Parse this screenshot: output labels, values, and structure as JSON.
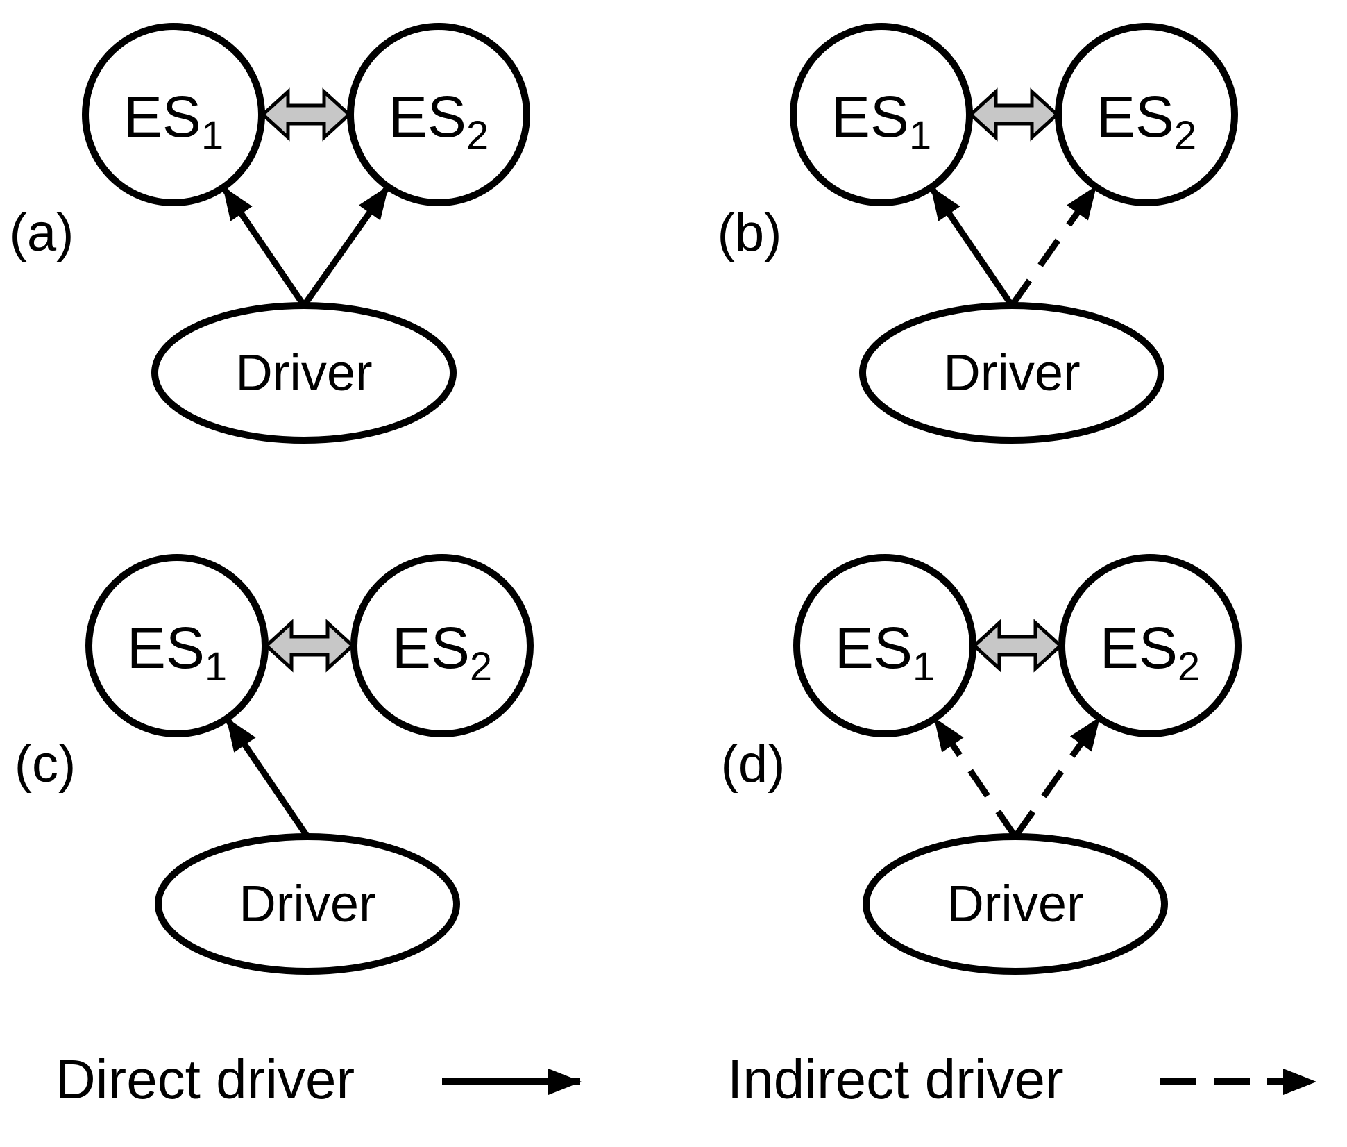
{
  "colors": {
    "line": "#000000",
    "coupling_fill": "#c7c7c7",
    "background": "#ffffff"
  },
  "nodes": {
    "es1": {
      "base": "ES",
      "sub": "1"
    },
    "es2": {
      "base": "ES",
      "sub": "2"
    },
    "driver": "Driver"
  },
  "panels": [
    {
      "label": "(a)",
      "arrow_to_es1": "solid",
      "arrow_to_es2": "solid"
    },
    {
      "label": "(b)",
      "arrow_to_es1": "solid",
      "arrow_to_es2": "dashed"
    },
    {
      "label": "(c)",
      "arrow_to_es1": "solid",
      "arrow_to_es2": "none"
    },
    {
      "label": "(d)",
      "arrow_to_es1": "dashed",
      "arrow_to_es2": "dashed"
    }
  ],
  "legend": {
    "direct": {
      "label": "Direct driver",
      "style": "solid"
    },
    "indirect": {
      "label": "Indirect driver",
      "style": "dashed"
    }
  }
}
